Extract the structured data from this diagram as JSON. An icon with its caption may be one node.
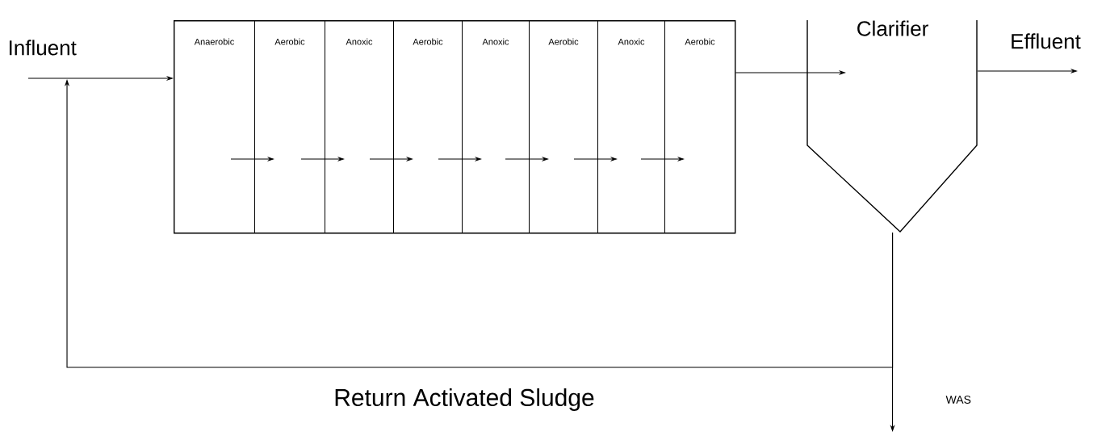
{
  "diagram": {
    "nodes": [
      {
        "text": [],
        "shape": "box"
      },
      {
        "text": [
          "Anaerobic"
        ],
        "in": 0
      },
      {
        "text": [
          "Aerobic"
        ],
        "in": 0
      },
      {
        "text": [
          "Anoxic"
        ],
        "in": 0
      },
      {
        "text": [
          "Aerobic"
        ],
        "in": 0
      },
      {
        "text": [
          "Anoxic"
        ],
        "in": 0
      },
      {
        "text": [
          "Aerobic"
        ],
        "in": 0
      },
      {
        "text": [
          "Anoxic"
        ],
        "in": 0
      },
      {
        "text": [
          "Aerobic"
        ],
        "in": 0
      },
      {
        "text": [
          "Clarifier"
        ]
      }
    ],
    "edges": [
      {
        "from": null,
        "to": 0,
        "arrow": "to",
        "label": "Influent"
      },
      {
        "from": 1,
        "to": 2,
        "arrow": "to"
      },
      {
        "from": 2,
        "to": 3,
        "arrow": "to"
      },
      {
        "from": 3,
        "to": 4,
        "arrow": "to"
      },
      {
        "from": 4,
        "to": 5,
        "arrow": "to"
      },
      {
        "from": 5,
        "to": 6,
        "arrow": "to"
      },
      {
        "from": 6,
        "to": 7,
        "arrow": "to"
      },
      {
        "from": 7,
        "to": 8,
        "arrow": "to"
      },
      {
        "from": 0,
        "to": 9,
        "arrow": "to"
      },
      {
        "from": 9,
        "to": null,
        "arrow": "to",
        "label": "Effluent"
      },
      {
        "from": 9,
        "to": null,
        "arrow": "to",
        "label": "WAS"
      },
      {
        "from": 9,
        "to": null,
        "arrow": "to",
        "label": "Return Activated Sludge"
      }
    ]
  }
}
